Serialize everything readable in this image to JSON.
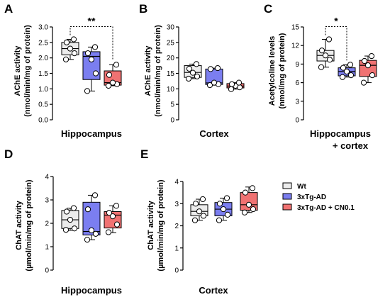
{
  "series_styles": [
    {
      "name": "Wt",
      "fill": "#ececec"
    },
    {
      "name": "3xTg-AD",
      "fill": "#7b7ef0"
    },
    {
      "name": "3xTg-AD + CN0.1",
      "fill": "#f07272"
    }
  ],
  "chart_data": [
    {
      "panel": "A",
      "type": "box",
      "title": "Hippocampus",
      "ylabel": [
        "AChE activity",
        "(nmol/min/mg of protein)"
      ],
      "ylim": [
        0,
        3.0
      ],
      "yticks": [
        0.0,
        0.5,
        1.0,
        1.5,
        2.0,
        2.5,
        3.0
      ],
      "ytick_labels": [
        "0.0",
        "0.5",
        "1.0",
        "1.5",
        "2.0",
        "2.5",
        "3.0"
      ],
      "series": [
        {
          "name": "Wt",
          "min": 1.95,
          "q1": 2.1,
          "median": 2.3,
          "q3": 2.5,
          "max": 2.6,
          "points": [
            1.95,
            2.15,
            2.3,
            2.5,
            2.6
          ]
        },
        {
          "name": "3xTg-AD",
          "min": 0.93,
          "q1": 1.3,
          "median": 2.05,
          "q3": 2.2,
          "max": 2.35,
          "points": [
            0.93,
            1.5,
            1.95,
            2.15,
            2.35
          ]
        },
        {
          "name": "3xTg-AD + CN0.1",
          "min": 1.1,
          "q1": 1.12,
          "median": 1.2,
          "q3": 1.58,
          "max": 1.78,
          "points": [
            1.1,
            1.15,
            1.2,
            1.45,
            1.78
          ]
        }
      ],
      "significance": [
        {
          "from": 0,
          "to": 2,
          "label": "**"
        }
      ]
    },
    {
      "panel": "B",
      "type": "box",
      "title": "Cortex",
      "ylabel": [
        "AChE activity",
        "(nmol/min/mg of protein)"
      ],
      "ylim": [
        0,
        30
      ],
      "yticks": [
        0,
        5,
        10,
        15,
        20,
        25,
        30
      ],
      "ytick_labels": [
        "0",
        "5",
        "10",
        "15",
        "20",
        "25",
        "30"
      ],
      "series": [
        {
          "name": "Wt",
          "min": 13.3,
          "q1": 13.7,
          "median": 15.3,
          "q3": 17.5,
          "max": 18.0,
          "points": [
            13.3,
            14.0,
            15.2,
            16.5,
            18.0
          ]
        },
        {
          "name": "3xTg-AD",
          "min": 11.2,
          "q1": 11.4,
          "median": 11.9,
          "q3": 16.4,
          "max": 16.7,
          "points": [
            11.2,
            11.5,
            12.0,
            16.4,
            16.7
          ]
        },
        {
          "name": "3xTg-AD + CN0.1",
          "min": 9.9,
          "q1": 10.3,
          "median": 10.9,
          "q3": 11.7,
          "max": 12.0,
          "points": [
            9.9,
            10.5,
            11.0,
            11.5,
            12.0
          ]
        }
      ],
      "significance": []
    },
    {
      "panel": "C",
      "type": "box",
      "title": "Hippocampus\n+ cortex",
      "ylabel": [
        "Acetylcoline levels",
        "(nmol/mg of protein)"
      ],
      "ylim": [
        0,
        15
      ],
      "yticks": [
        0,
        3,
        6,
        9,
        12,
        15
      ],
      "ytick_labels": [
        "0",
        "3",
        "6",
        "9",
        "12",
        "15"
      ],
      "series": [
        {
          "name": "Wt",
          "min": 8.5,
          "q1": 9.5,
          "median": 10.4,
          "q3": 11.2,
          "max": 13.0,
          "points": [
            8.5,
            9.7,
            10.4,
            11.2,
            13.0
          ]
        },
        {
          "name": "3xTg-AD",
          "min": 6.9,
          "q1": 7.1,
          "median": 7.8,
          "q3": 8.4,
          "max": 8.9,
          "points": [
            6.9,
            7.2,
            7.8,
            8.4,
            8.9
          ]
        },
        {
          "name": "3xTg-AD + CN0.1",
          "min": 6.0,
          "q1": 7.0,
          "median": 8.8,
          "q3": 9.6,
          "max": 10.3,
          "points": [
            6.0,
            7.2,
            8.8,
            9.5,
            10.3
          ]
        }
      ],
      "significance": [
        {
          "from": 0,
          "to": 1,
          "label": "*"
        }
      ]
    },
    {
      "panel": "D",
      "type": "box",
      "title": "Hippocampus",
      "ylabel": [
        "ChAT activity",
        "(µmol/min/mg of protein)"
      ],
      "ylim": [
        0,
        4
      ],
      "yticks": [
        0,
        1,
        2,
        3,
        4
      ],
      "ytick_labels": [
        "0",
        "1",
        "2",
        "3",
        "4"
      ],
      "series": [
        {
          "name": "Wt",
          "min": 1.7,
          "q1": 1.78,
          "median": 2.15,
          "q3": 2.55,
          "max": 2.65,
          "points": [
            1.72,
            1.78,
            2.15,
            2.5,
            2.65
          ]
        },
        {
          "name": "3xTg-AD",
          "min": 1.3,
          "q1": 1.5,
          "median": 1.65,
          "q3": 2.9,
          "max": 3.2,
          "points": [
            1.3,
            1.55,
            1.7,
            2.6,
            3.2
          ]
        },
        {
          "name": "3xTg-AD + CN0.1",
          "min": 1.6,
          "q1": 1.8,
          "median": 2.35,
          "q3": 2.5,
          "max": 2.75,
          "points": [
            1.62,
            1.95,
            2.3,
            2.45,
            2.75
          ]
        }
      ],
      "significance": []
    },
    {
      "panel": "E",
      "type": "box",
      "title": "Cortex",
      "ylabel": [
        "ChAT activity",
        "(µmol/min/mg of protein)"
      ],
      "ylim": [
        0,
        4
      ],
      "yticks": [
        0,
        1,
        2,
        3,
        4
      ],
      "ytick_labels": [
        "0",
        "1",
        "2",
        "3",
        "4"
      ],
      "series": [
        {
          "name": "Wt",
          "min": 2.25,
          "q1": 2.45,
          "median": 2.65,
          "q3": 2.95,
          "max": 3.2,
          "points": [
            2.25,
            2.45,
            2.65,
            3.0,
            3.2
          ]
        },
        {
          "name": "3xTg-AD",
          "min": 2.25,
          "q1": 2.45,
          "median": 2.75,
          "q3": 3.05,
          "max": 3.25,
          "points": [
            2.25,
            2.5,
            2.75,
            3.0,
            3.25
          ]
        },
        {
          "name": "3xTg-AD + CN0.1",
          "min": 2.6,
          "q1": 2.7,
          "median": 2.95,
          "q3": 3.5,
          "max": 3.75,
          "points": [
            2.6,
            2.75,
            2.95,
            3.5,
            3.7
          ]
        }
      ],
      "significance": []
    }
  ],
  "legend": {
    "placement": "right",
    "items": [
      "Wt",
      "3xTg-AD",
      "3xTg-AD + CN0.1"
    ]
  }
}
